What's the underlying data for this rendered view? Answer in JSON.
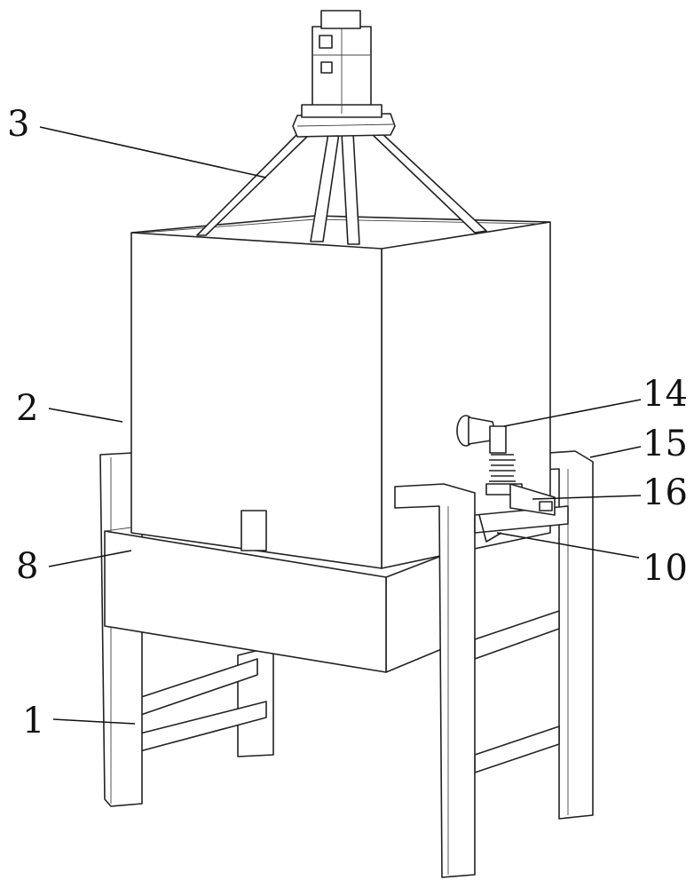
{
  "figure": {
    "labels": [
      {
        "id": "label-3",
        "text": "3"
      },
      {
        "id": "label-2",
        "text": "2"
      },
      {
        "id": "label-8",
        "text": "8"
      },
      {
        "id": "label-1",
        "text": "1"
      },
      {
        "id": "label-14",
        "text": "14"
      },
      {
        "id": "label-15",
        "text": "15"
      },
      {
        "id": "label-16",
        "text": "16"
      },
      {
        "id": "label-10",
        "text": "10"
      }
    ]
  }
}
